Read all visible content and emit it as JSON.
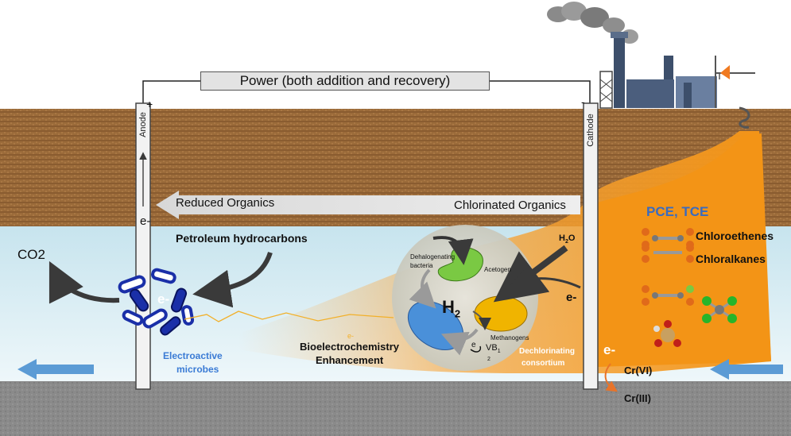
{
  "power_label": "Power (both addition and recovery)",
  "anode": {
    "label": "Anode",
    "sign": "+"
  },
  "cathode": {
    "label": "Cathode",
    "sign": "-"
  },
  "arrow_left_labels": {
    "reduced": "Reduced Organics",
    "chlorinated": "Chlorinated Organics"
  },
  "electron_symbol": "e-",
  "electron_symbol_small": "e",
  "left_panel": {
    "co2": "CO2",
    "petroleum": "Petroleum hydrocarbons",
    "microbe_e": "e-",
    "electroactive": "Electroactive",
    "microbes": "microbes",
    "bio_line1": "Bioelectrochemistry",
    "bio_line2": "Enhancement"
  },
  "consortium": {
    "dehalogenating_line1": "Dehalogenating",
    "dehalogenating_line2": "bacteria",
    "acetogen": "Acetogen",
    "h2": "H",
    "h2_sub": "2",
    "methanogens": "Methanogens",
    "vb": "VB",
    "vb_sub1": "1",
    "vb_sub2": "2",
    "h2o": "H",
    "h2o_sub": "2",
    "h2o_o": "O",
    "dechlorinating_line1": "Dechlorinating",
    "dechlorinating_line2": "consortium"
  },
  "right_panel": {
    "pce_tce": "PCE, TCE",
    "chloroethenes": "Chloroethenes",
    "chloralkanes": "Chloralkanes",
    "crvi": "Cr(VI)",
    "criii": "Cr(III)"
  },
  "colors": {
    "soil": "#9a6a38",
    "water": "#cfe8f0",
    "bedrock": "#8c8c8c",
    "plume": "#f39a1a",
    "flow_arrow": "#5b9bd5",
    "microbe": "#1a2fa8",
    "acetogen": "#7ac943",
    "dehalo": "#4a90d9",
    "methanogen": "#f0b400"
  }
}
